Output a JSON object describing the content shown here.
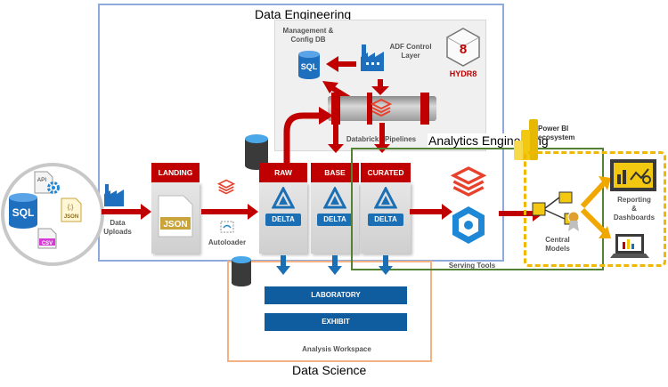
{
  "regions": {
    "data_engineering": "Data Engineering",
    "analytics_engineering": "Analytics Engineering",
    "data_science": "Data Science"
  },
  "sources": {
    "sql": "SQL",
    "api": "API",
    "json_icon": "{;}",
    "json": "JSON",
    "csv": "CSV"
  },
  "data_uploads": "Data\nUploads",
  "landing": {
    "title": "LANDING",
    "file_label": "JSON"
  },
  "autoloader": "Autoloader",
  "stages": {
    "raw": "RAW",
    "base": "BASE",
    "curated": "CURATED",
    "delta": "DELTA"
  },
  "control": {
    "management": "Management &\nConfig DB",
    "sql": "SQL",
    "adf": "ADF Control\nLayer",
    "hydr8": "HYDR8",
    "hydr8_digit": "8",
    "pipelines": "Databricks Pipelines"
  },
  "power_bi": "Power BI\necosystem",
  "serving_tools": "Serving Tools",
  "central_models": "Central\nModels",
  "reporting": "Reporting\n&\nDashboards",
  "workspace": {
    "laboratory": "LABORATORY",
    "exhibit": "EXHIBIT",
    "caption": "Analysis Workspace"
  },
  "colors": {
    "red": "#c00000",
    "blue_region": "#8ea9db",
    "green_region": "#548235",
    "orange_region": "#f4b183",
    "gold": "#f0b800",
    "delta_blue": "#1b6fb5"
  }
}
